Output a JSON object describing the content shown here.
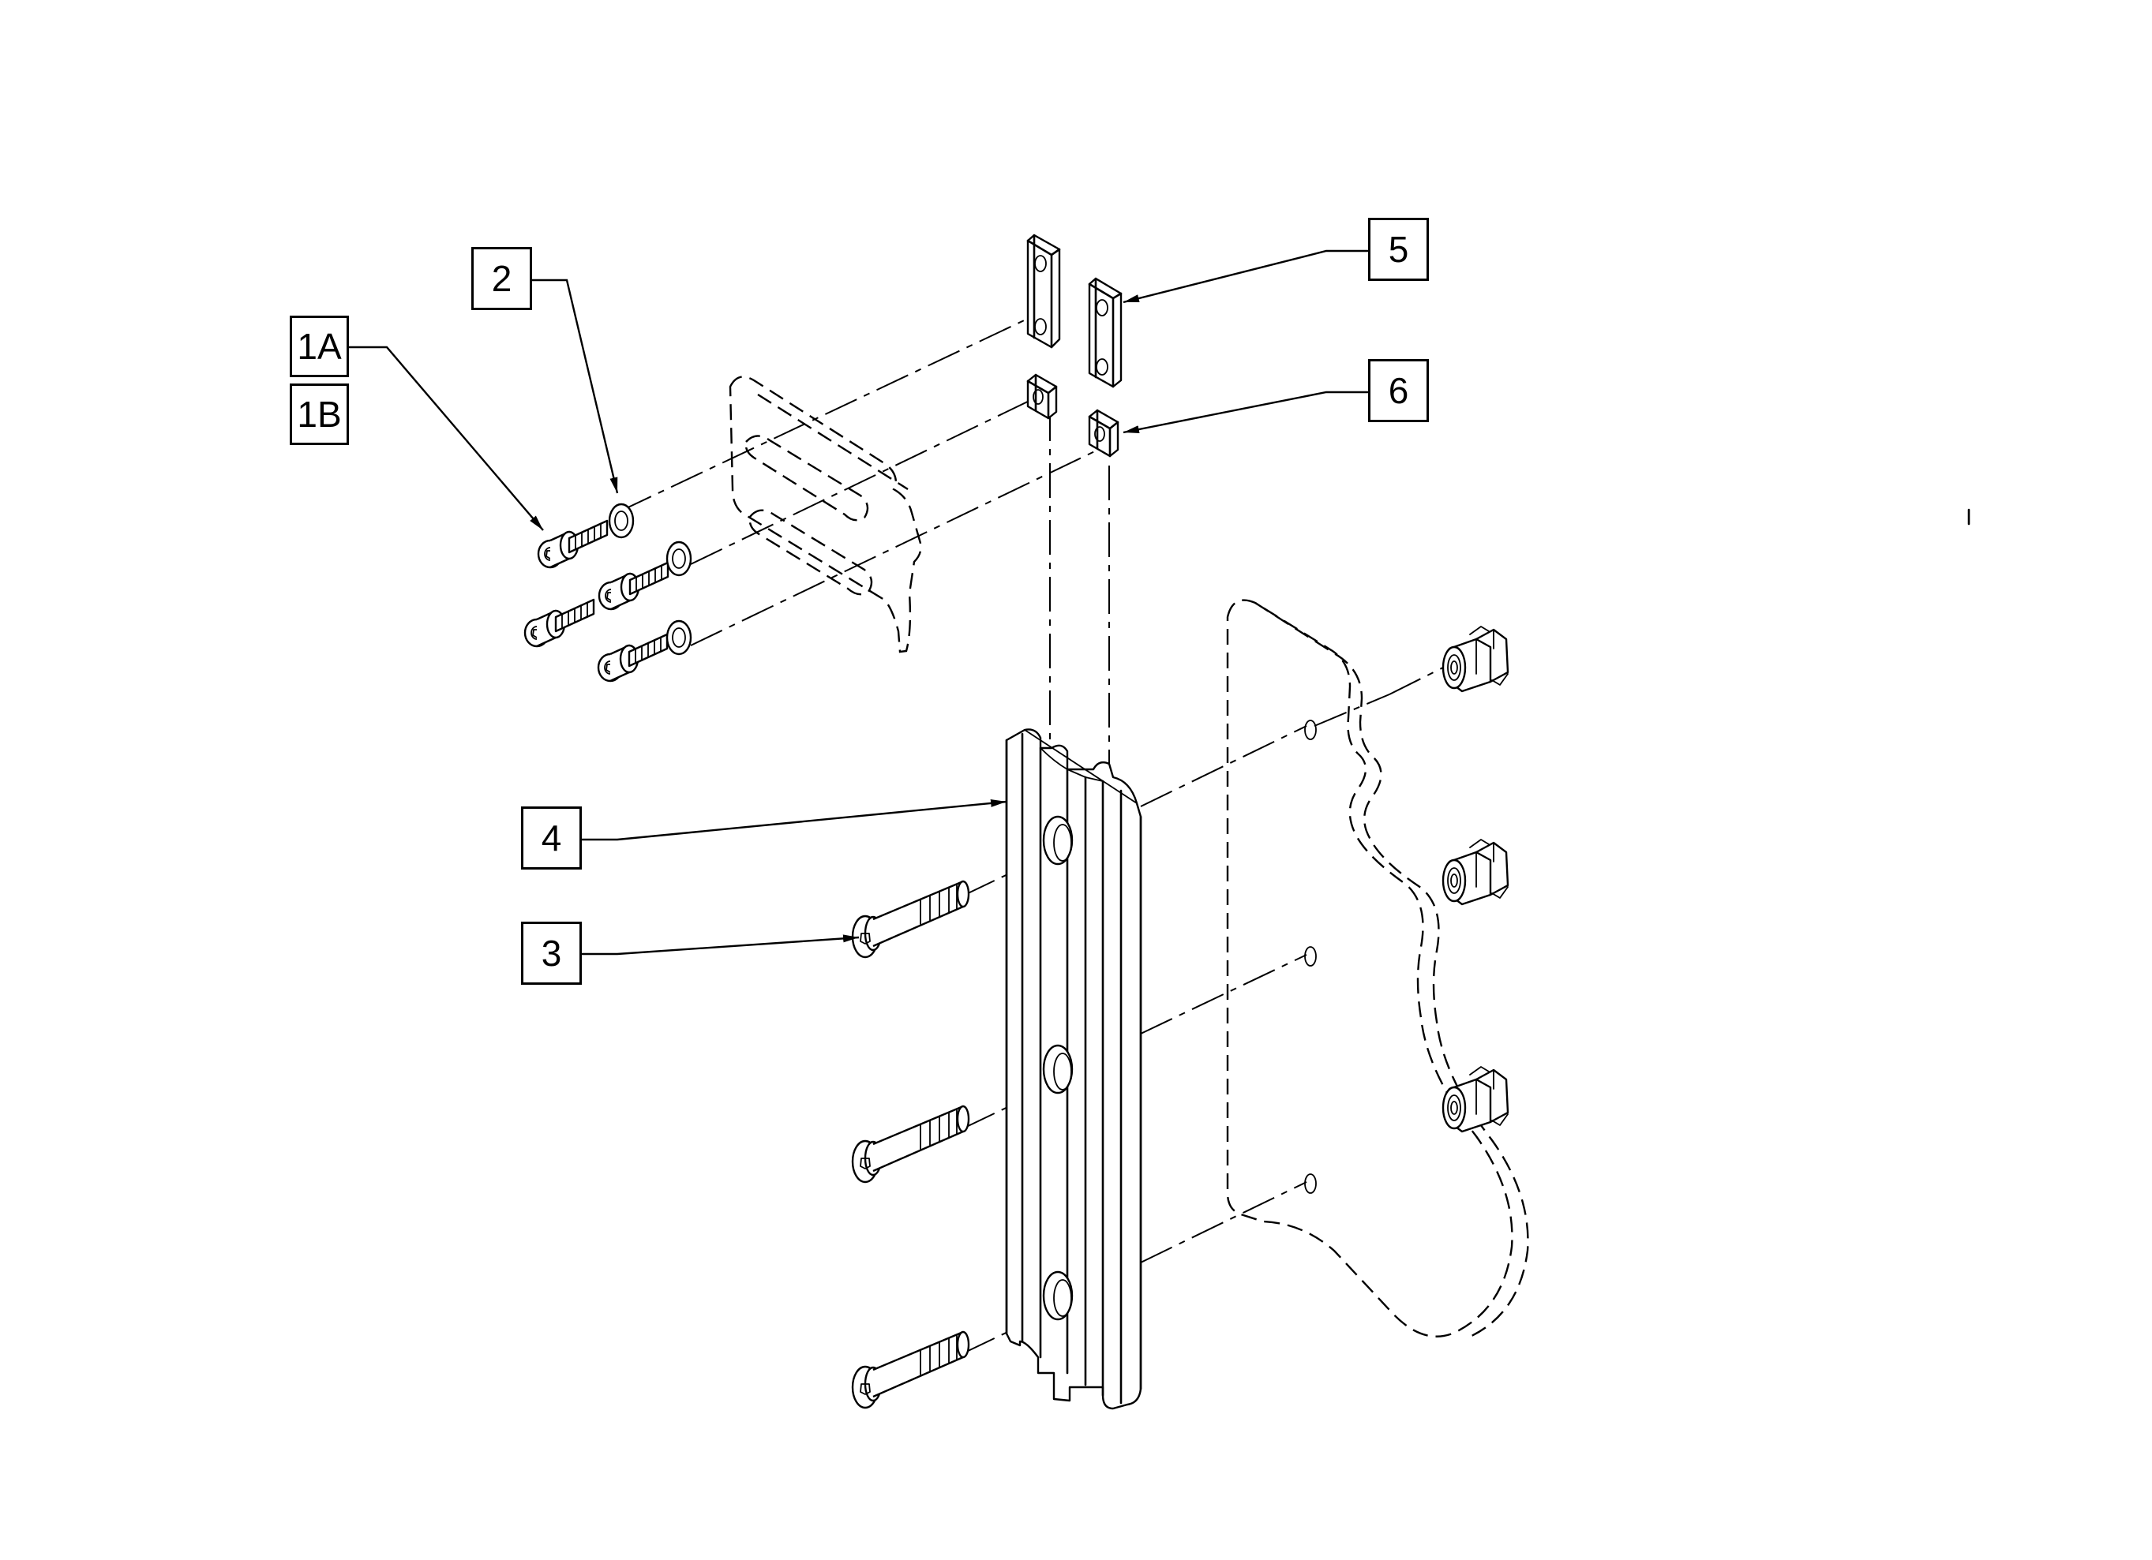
{
  "diagram": {
    "callouts": [
      {
        "id": "1A",
        "label": "1A"
      },
      {
        "id": "1B",
        "label": "1B"
      },
      {
        "id": "2",
        "label": "2"
      },
      {
        "id": "3",
        "label": "3"
      },
      {
        "id": "4",
        "label": "4"
      },
      {
        "id": "5",
        "label": "5"
      },
      {
        "id": "6",
        "label": "6"
      }
    ],
    "colors": {
      "line": "#000000",
      "background": "#ffffff"
    }
  }
}
